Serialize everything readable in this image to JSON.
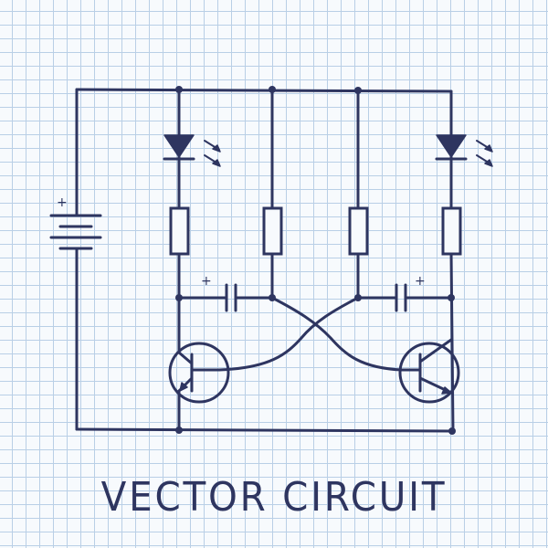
{
  "caption": "VECTOR CIRCUIT",
  "colors": {
    "ink": "#2e3560",
    "grid_line": "#b9cfe6",
    "paper": "#f7fafd"
  },
  "battery": {
    "polarity_mark": "+"
  },
  "capacitors": [
    {
      "polarity_mark": "+"
    },
    {
      "polarity_mark": "+"
    }
  ],
  "components": [
    "battery",
    "led",
    "led",
    "resistor",
    "resistor",
    "resistor",
    "resistor",
    "capacitor",
    "capacitor",
    "npn-transistor",
    "npn-transistor"
  ]
}
